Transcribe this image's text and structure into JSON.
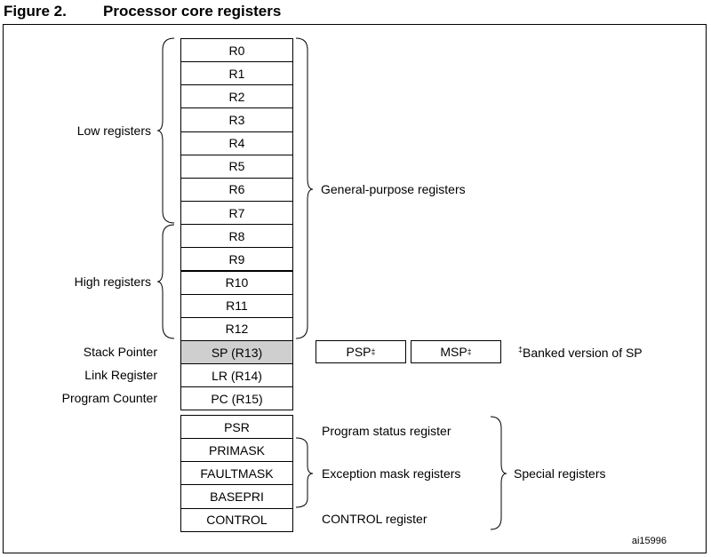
{
  "figure": {
    "number": "Figure 2.",
    "title": "Processor core registers",
    "reference": "ai15996"
  },
  "general_registers": [
    "R0",
    "R1",
    "R2",
    "R3",
    "R4",
    "R5",
    "R6",
    "R7",
    "R8",
    "R9",
    "R10",
    "R11",
    "R12"
  ],
  "pointer_registers": [
    {
      "label": "Stack Pointer",
      "register": "SP (R13)",
      "shaded": true
    },
    {
      "label": "Link Register",
      "register": "LR (R14)",
      "shaded": false
    },
    {
      "label": "Program Counter",
      "register": "PC (R15)",
      "shaded": false
    }
  ],
  "banked": {
    "psp": "PSP",
    "msp": "MSP",
    "mark": "‡",
    "note": "Banked version of SP"
  },
  "special_registers": [
    "PSR",
    "PRIMASK",
    "FAULTMASK",
    "BASEPRI",
    "CONTROL"
  ],
  "group_labels": {
    "low": "Low registers",
    "high": "High registers",
    "general": "General-purpose registers",
    "psr_desc": "Program status register",
    "exception": "Exception mask registers",
    "control_desc": "CONTROL register",
    "special": "Special registers"
  }
}
